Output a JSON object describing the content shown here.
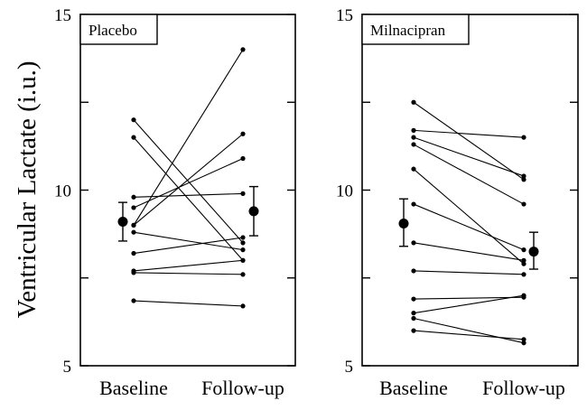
{
  "chart_data": {
    "type": "scatter",
    "ylabel": "Ventricular Lactate (i.u.)",
    "ylim": [
      5,
      15
    ],
    "yticks": [
      5,
      10,
      15
    ],
    "categories": [
      "Baseline",
      "Follow-up"
    ],
    "panels": [
      {
        "label": "Placebo",
        "subjects": [
          [
            12.0,
            8.5
          ],
          [
            11.5,
            8.0
          ],
          [
            9.8,
            9.9
          ],
          [
            9.5,
            10.9
          ],
          [
            9.0,
            11.6
          ],
          [
            8.8,
            8.3
          ],
          [
            8.2,
            8.65
          ],
          [
            7.7,
            8.0
          ],
          [
            7.65,
            7.6
          ],
          [
            6.85,
            6.7
          ],
          [
            9.0,
            14.0
          ]
        ],
        "mean": [
          9.1,
          9.4
        ],
        "error": [
          [
            8.55,
            9.65
          ],
          [
            8.7,
            10.1
          ]
        ]
      },
      {
        "label": "Milnacipran",
        "subjects": [
          [
            12.5,
            10.3
          ],
          [
            11.7,
            11.5
          ],
          [
            11.5,
            10.4
          ],
          [
            11.3,
            9.6
          ],
          [
            10.6,
            7.9
          ],
          [
            9.6,
            8.3
          ],
          [
            8.5,
            8.0
          ],
          [
            7.7,
            7.6
          ],
          [
            6.9,
            6.95
          ],
          [
            6.5,
            7.0
          ],
          [
            6.35,
            5.65
          ],
          [
            6.0,
            5.75
          ]
        ],
        "mean": [
          9.05,
          8.25
        ],
        "error": [
          [
            8.4,
            9.75
          ],
          [
            7.75,
            8.8
          ]
        ]
      }
    ]
  }
}
